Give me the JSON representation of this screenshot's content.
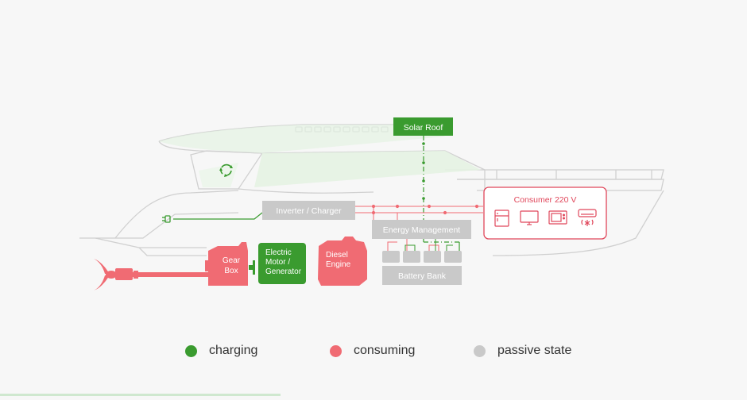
{
  "colors": {
    "charging": "#3a9b2f",
    "consuming": "#f06b73",
    "passive": "#c9c9c9",
    "outline": "#d0d0d0",
    "consumer_border": "#e0465a"
  },
  "components": {
    "solar_roof": "Solar Roof",
    "inverter_charger": "Inverter / Charger",
    "energy_management": "Energy Management",
    "battery_bank": "Battery Bank",
    "consumer": "Consumer 220 V",
    "gear_box_1": "Gear",
    "gear_box_2": "Box",
    "electric_motor_1": "Electric",
    "electric_motor_2": "Motor /",
    "electric_motor_3": "Generator",
    "diesel_engine_1": "Diesel",
    "diesel_engine_2": "Engine"
  },
  "icons": {
    "recycle": "recycle-icon",
    "shore_plug": "plug-icon",
    "fridge": "fridge-icon",
    "tv": "tv-icon",
    "microwave": "microwave-icon",
    "air_conditioner": "air-conditioner-icon",
    "propeller": "propeller-icon"
  },
  "legend": [
    {
      "label": "charging",
      "color": "#3a9b2f"
    },
    {
      "label": "consuming",
      "color": "#f06b73"
    },
    {
      "label": "passive state",
      "color": "#c9c9c9"
    }
  ],
  "progress": {
    "fraction": 0.376
  }
}
